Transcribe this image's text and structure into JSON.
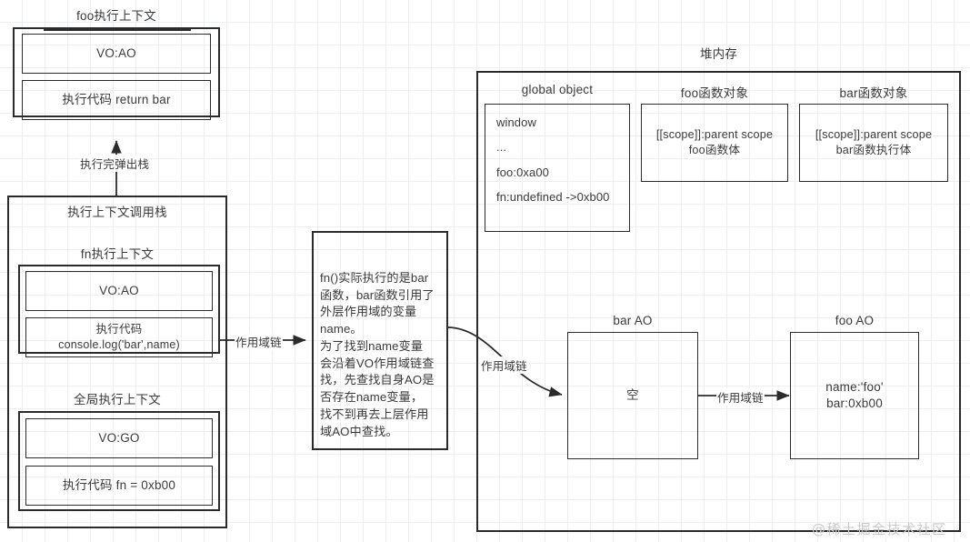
{
  "diagram": {
    "watermark": "@稀土掘金技术社区",
    "stack": {
      "foo_context_title": "foo执行上下文",
      "foo_vo": "VO:AO",
      "foo_code": "执行代码 return bar",
      "pop_label": "执行完弹出栈",
      "callstack_title": "执行上下文调用栈",
      "fn_context_title": "fn执行上下文",
      "fn_vo": "VO:AO",
      "fn_code": "执行代码\nconsole.log('bar',name)",
      "global_context_title": "全局执行上下文",
      "global_vo": "VO:GO",
      "global_code": "执行代码 fn = 0xb00"
    },
    "note": {
      "text": "fn()实际执行的是bar\n函数，bar函数引用了\n外层作用域的变量\nname。\n为了找到name变量\n会沿着VO作用域链查\n找，先查找自身AO是\n否存在name变量，\n找不到再去上层作用\n域AO中查找。"
    },
    "heap": {
      "title": "堆内存",
      "global_object": {
        "title": "global object",
        "lines": "window\n\n...\n\nfoo:0xa00\n\nfn:undefined ->0xb00"
      },
      "foo_function_object": {
        "title": "foo函数对象",
        "body": "[[scope]]:parent scope\nfoo函数体"
      },
      "bar_function_object": {
        "title": "bar函数对象",
        "body": "[[scope]]:parent scope\nbar函数执行体"
      },
      "bar_ao": {
        "title": "bar AO",
        "body": "空"
      },
      "foo_ao": {
        "title": "foo AO",
        "body": "name:'foo'\nbar:0xb00"
      }
    },
    "arrows": {
      "scope_chain_1": "作用域链",
      "scope_chain_2": "作用域链",
      "scope_chain_3": "作用域链"
    },
    "colors": {
      "stroke": "#2b2b2b",
      "text": "#3a3a3a",
      "grid": "#eceff1",
      "watermark": "#c9c9c9"
    }
  }
}
